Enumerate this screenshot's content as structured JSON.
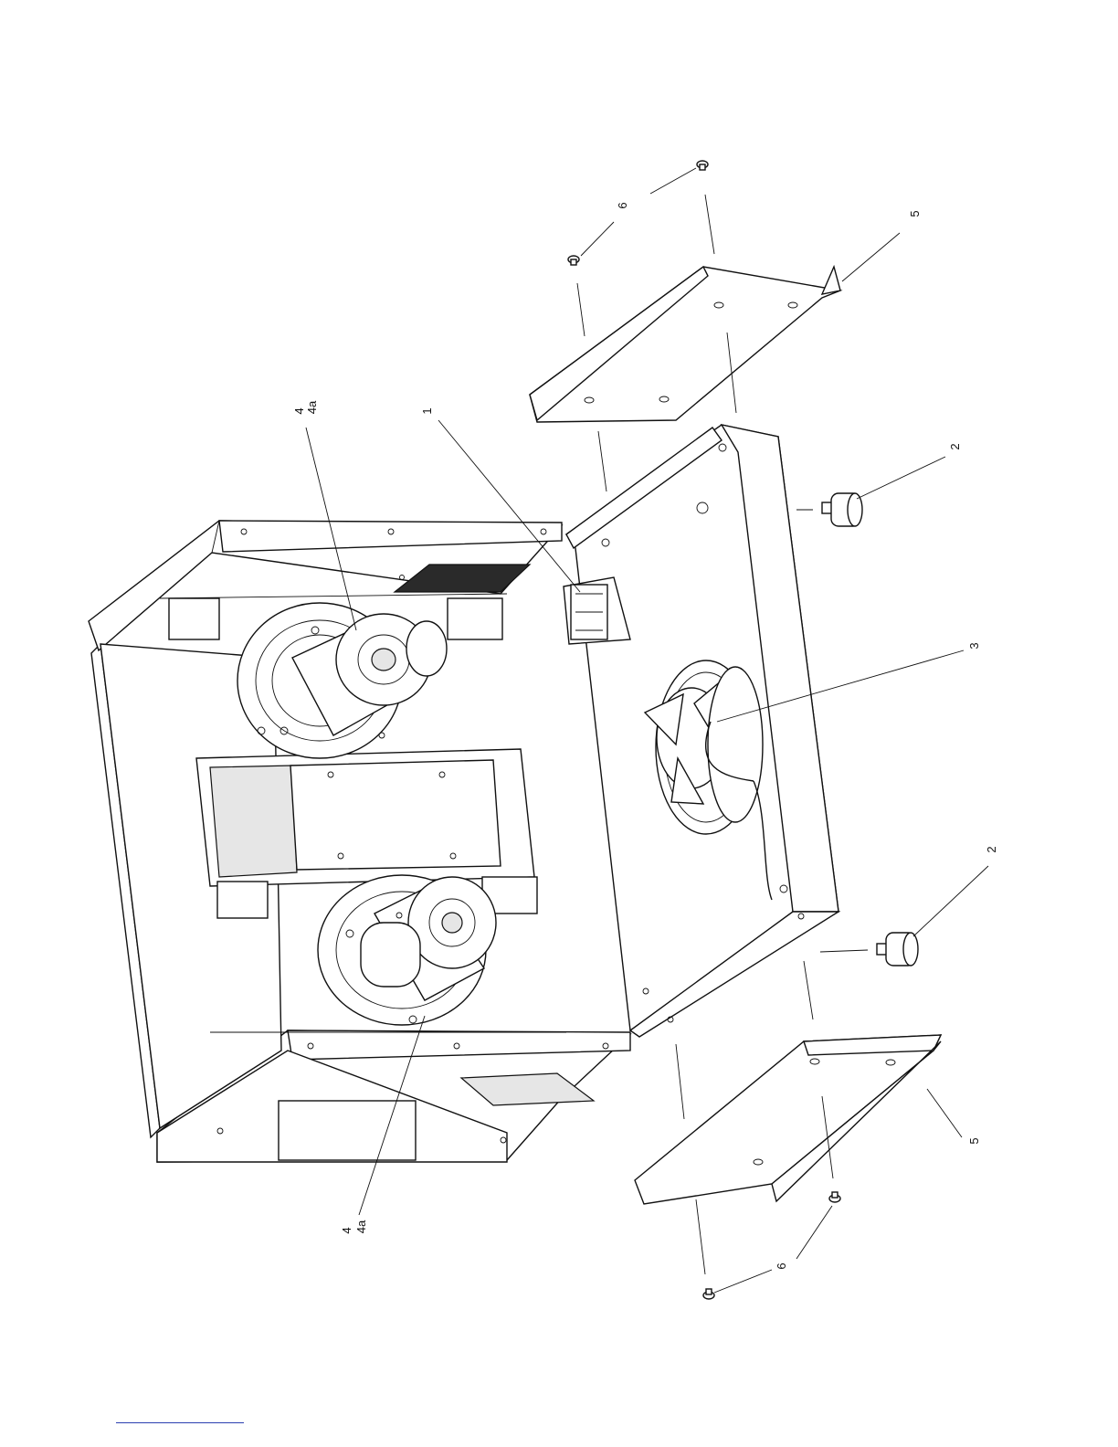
{
  "callouts": {
    "c1": "1",
    "c2a": "2",
    "c2b": "2",
    "c3": "3",
    "c4_top": "4",
    "c4a_top": "4a",
    "c4_bottom": "4",
    "c4a_bottom": "4a",
    "c5_top": "5",
    "c5_bottom": "5",
    "c6_top": "6",
    "c6_bottom": "6"
  },
  "colors": {
    "line": "#111111",
    "footer_rule": "#2c3fb0"
  }
}
